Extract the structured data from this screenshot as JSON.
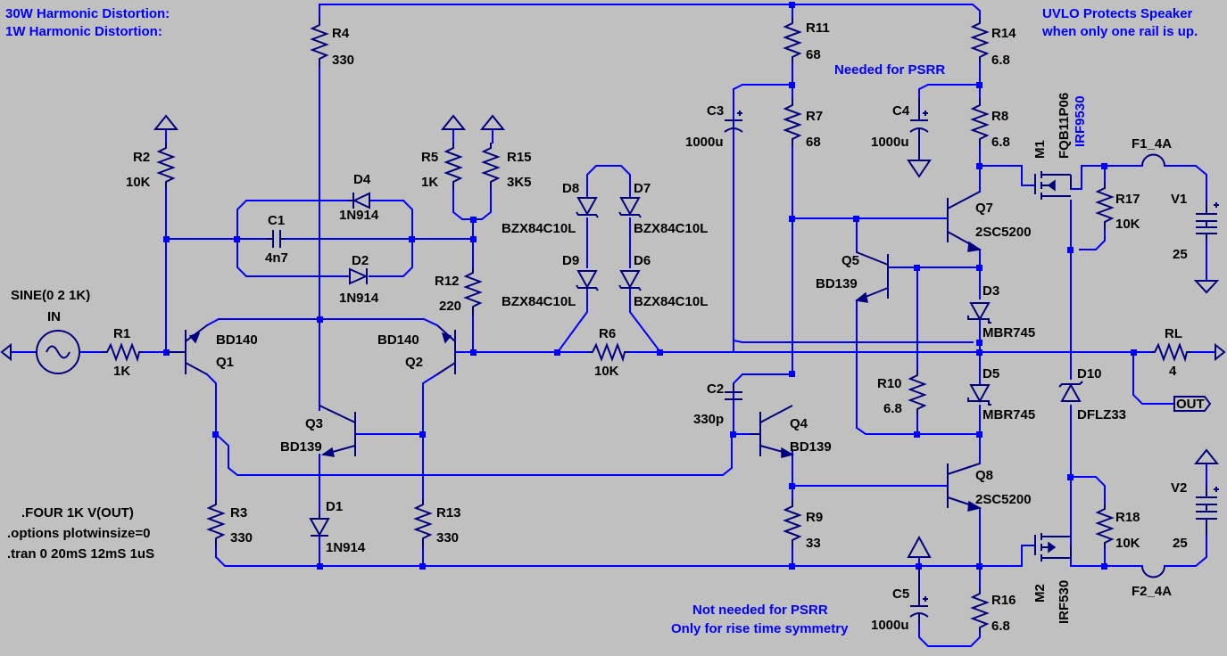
{
  "notes": {
    "harm30": "30W Harmonic Distortion:",
    "harm1": "1W Harmonic Distortion:",
    "uvlo1": "UVLO Protects Speaker",
    "uvlo2": "when only one rail is up.",
    "psrr": "Needed for PSRR",
    "notpsrr1": "Not needed for PSRR",
    "notpsrr2": "Only for rise time symmetry",
    "four": ".FOUR 1K V(OUT)",
    "options": ".options plotwinsize=0",
    "tran": ".tran 0 20mS 12mS 1uS"
  },
  "source": {
    "spec": "SINE(0 2 1K)",
    "name": "IN"
  },
  "components": {
    "R1": {
      "ref": "R1",
      "val": "1K"
    },
    "R2": {
      "ref": "R2",
      "val": "10K"
    },
    "R3": {
      "ref": "R3",
      "val": "330"
    },
    "R4": {
      "ref": "R4",
      "val": "330"
    },
    "R5": {
      "ref": "R5",
      "val": "1K"
    },
    "R6": {
      "ref": "R6",
      "val": "10K"
    },
    "R7": {
      "ref": "R7",
      "val": "68"
    },
    "R8": {
      "ref": "R8",
      "val": "6.8"
    },
    "R9": {
      "ref": "R9",
      "val": "33"
    },
    "R10": {
      "ref": "R10",
      "val": "6.8"
    },
    "R11": {
      "ref": "R11",
      "val": "68"
    },
    "R12": {
      "ref": "R12",
      "val": "220"
    },
    "R13": {
      "ref": "R13",
      "val": "330"
    },
    "R14": {
      "ref": "R14",
      "val": "6.8"
    },
    "R15": {
      "ref": "R15",
      "val": "3K5"
    },
    "R16": {
      "ref": "R16",
      "val": "6.8"
    },
    "R17": {
      "ref": "R17",
      "val": "10K"
    },
    "R18": {
      "ref": "R18",
      "val": "10K"
    },
    "RL": {
      "ref": "RL",
      "val": "4"
    },
    "C1": {
      "ref": "C1",
      "val": "4n7"
    },
    "C2": {
      "ref": "C2",
      "val": "330p"
    },
    "C3": {
      "ref": "C3",
      "val": "1000u"
    },
    "C4": {
      "ref": "C4",
      "val": "1000u"
    },
    "C5": {
      "ref": "C5",
      "val": "1000u"
    },
    "D1": {
      "ref": "D1",
      "val": "1N914"
    },
    "D2": {
      "ref": "D2",
      "val": "1N914"
    },
    "D3": {
      "ref": "D3",
      "val": "MBR745"
    },
    "D4": {
      "ref": "D4",
      "val": "1N914"
    },
    "D5": {
      "ref": "D5",
      "val": "MBR745"
    },
    "D6": {
      "ref": "D6",
      "val": "BZX84C10L"
    },
    "D7": {
      "ref": "D7",
      "val": "BZX84C10L"
    },
    "D8": {
      "ref": "D8",
      "val": "BZX84C10L"
    },
    "D9": {
      "ref": "D9",
      "val": "BZX84C10L"
    },
    "D10": {
      "ref": "D10",
      "val": "DFLZ33"
    },
    "Q1": {
      "ref": "Q1",
      "val": "BD140"
    },
    "Q2": {
      "ref": "Q2",
      "val": "BD140"
    },
    "Q3": {
      "ref": "Q3",
      "val": "BD139"
    },
    "Q4": {
      "ref": "Q4",
      "val": "BD139"
    },
    "Q5": {
      "ref": "Q5",
      "val": "BD139"
    },
    "Q7": {
      "ref": "Q7",
      "val": "2SC5200"
    },
    "Q8": {
      "ref": "Q8",
      "val": "2SC5200"
    },
    "M1": {
      "ref": "M1",
      "val": "FQB11P06",
      "alt": "IRF9530"
    },
    "M2": {
      "ref": "M2",
      "val": "IRF530"
    },
    "F1": {
      "ref": "F1_4A"
    },
    "F2": {
      "ref": "F2_4A"
    },
    "V1": {
      "ref": "V1",
      "val": "25"
    },
    "V2": {
      "ref": "V2",
      "val": "25"
    }
  },
  "out_label": "OUT",
  "colors": {
    "background": "#c0c0c0",
    "wire": "#0000ff",
    "component": "#000080",
    "label": "#000000",
    "comment": "#0000ff"
  }
}
